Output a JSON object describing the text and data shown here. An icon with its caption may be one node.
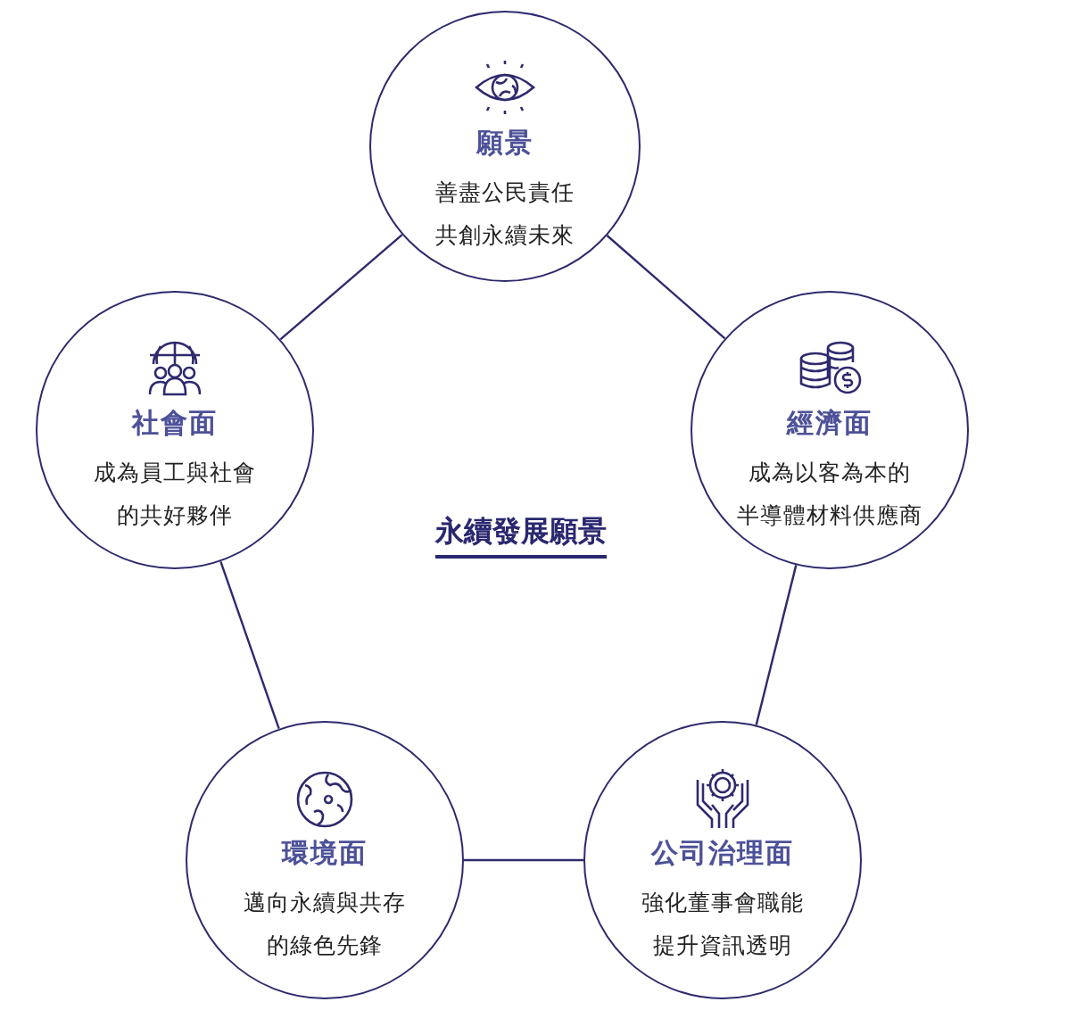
{
  "diagram": {
    "title": "永續發展願景",
    "nodes": [
      {
        "text": [
          "願景",
          "善盡公民責任共創永續未來"
        ]
      },
      {
        "text": [
          "社會面",
          "成為員工與社會的共好夥伴"
        ]
      },
      {
        "text": [
          "經濟面",
          "成為以客為本的半導體材料供應商"
        ]
      },
      {
        "text": [
          "環境面",
          "邁向永續與共存的綠色先鋒"
        ]
      },
      {
        "text": [
          "公司治理面",
          "強化董事會職能提升資訊透明"
        ]
      }
    ],
    "edges": [
      {
        "from": 0,
        "to": 2,
        "arrow": "none"
      },
      {
        "from": 2,
        "to": 4,
        "arrow": "none"
      },
      {
        "from": 4,
        "to": 3,
        "arrow": "none"
      },
      {
        "from": 3,
        "to": 1,
        "arrow": "none"
      },
      {
        "from": 1,
        "to": 0,
        "arrow": "none"
      }
    ]
  }
}
